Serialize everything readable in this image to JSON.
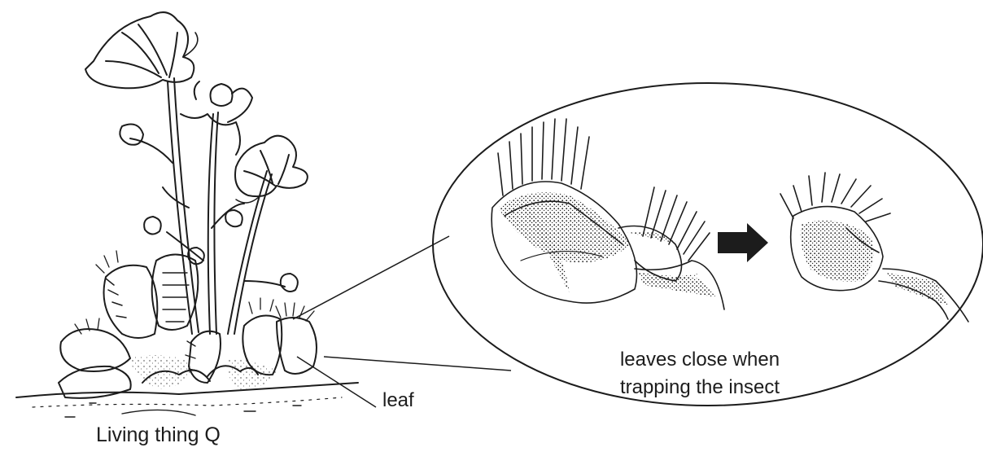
{
  "labels": {
    "organism": "Living thing Q",
    "leaf": "leaf",
    "caption_line1": "leaves close when",
    "caption_line2": "trapping the insect"
  },
  "palette": {
    "ink": "#1c1c1c",
    "stipple": "#2b2b2b",
    "paper": "#ffffff"
  }
}
